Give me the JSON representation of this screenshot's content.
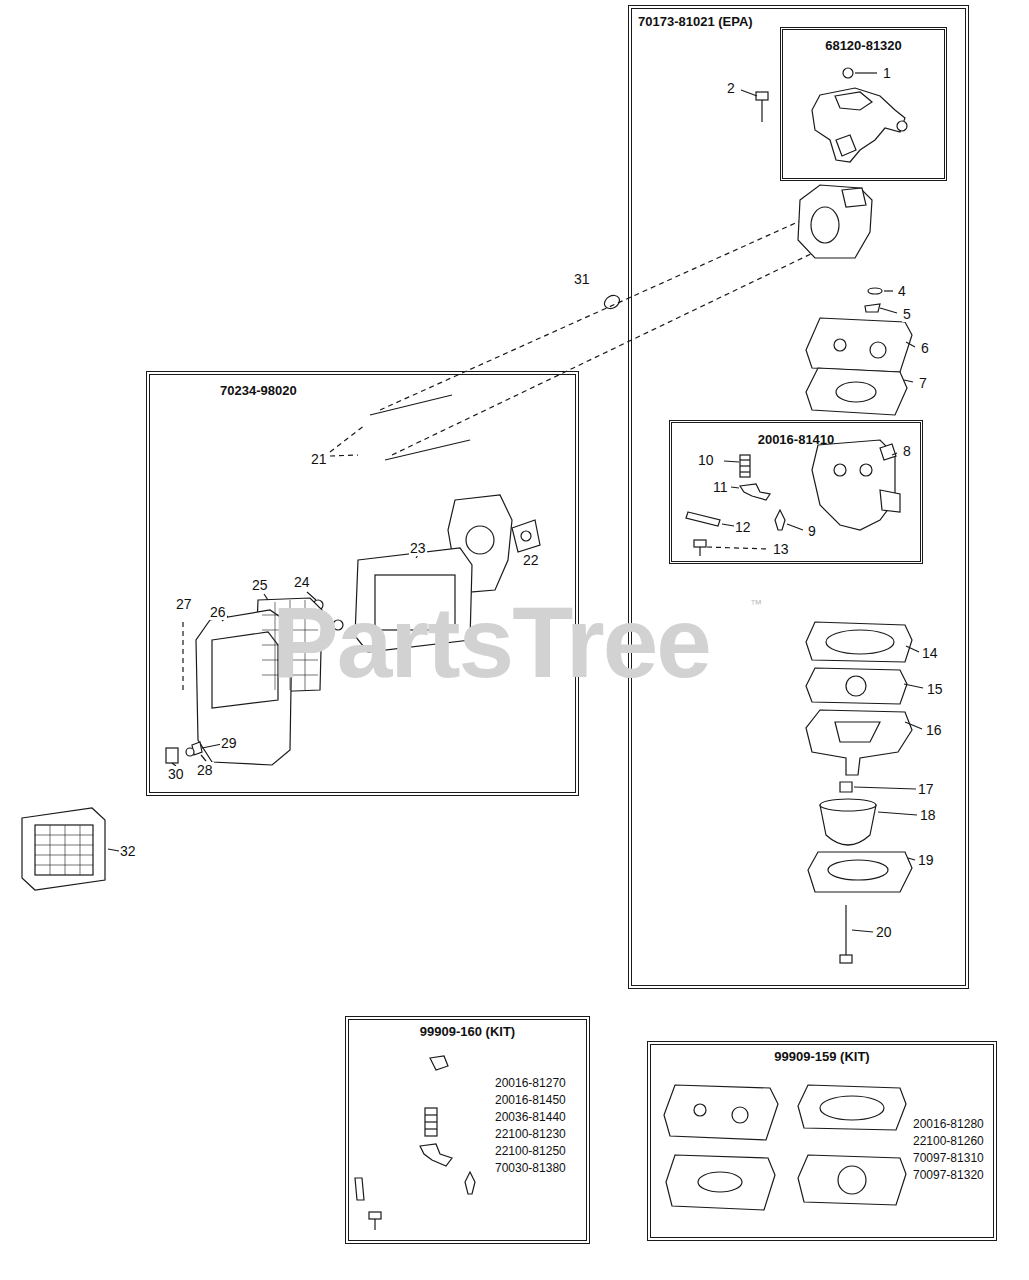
{
  "diagram": {
    "nodes": [
      {
        "text": [
          "70173-81021 (EPA)"
        ]
      },
      {
        "text": [
          "68120-81320"
        ],
        "in": 0
      },
      {
        "text": [
          "20016-81410"
        ],
        "in": 0
      },
      {
        "text": [
          "70234-98020"
        ]
      },
      {
        "text": [
          "99909-160 (KIT)",
          "20016-81270",
          "20016-81450",
          "20036-81440",
          "22100-81230",
          "22100-81250",
          "70030-81380"
        ]
      },
      {
        "text": [
          "99909-159 (KIT)",
          "20016-81280",
          "22100-81260",
          "70097-81310",
          "70097-81320"
        ]
      }
    ],
    "labels": [
      "1",
      "2",
      "4",
      "5",
      "6",
      "7",
      "8",
      "9",
      "10",
      "11",
      "12",
      "13",
      "14",
      "15",
      "16",
      "17",
      "18",
      "19",
      "20",
      "21",
      "22",
      "23",
      "24",
      "25",
      "26",
      "27",
      "28",
      "29",
      "30",
      "31",
      "32",
      "PartsTree",
      "™"
    ]
  }
}
